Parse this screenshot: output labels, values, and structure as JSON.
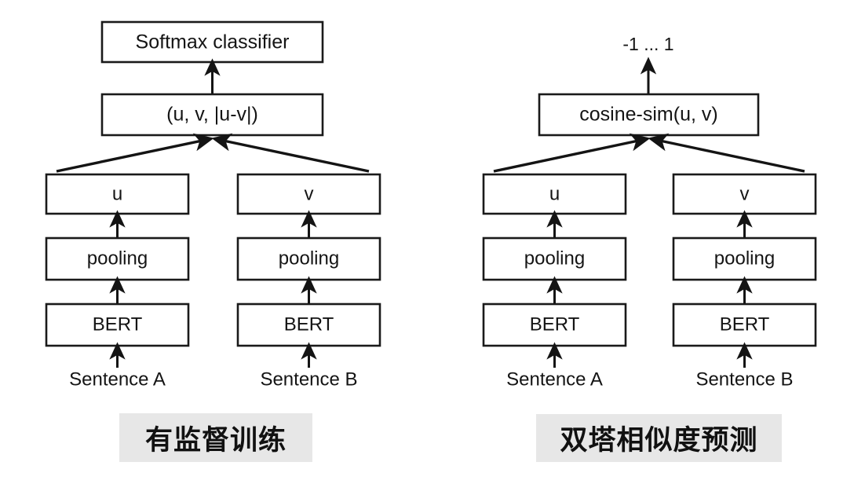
{
  "figure": {
    "background": "#ffffff",
    "stroke_color": "#141414",
    "box_fill": "#ffffff",
    "caption_background": "#e7e7e7"
  },
  "panels": [
    {
      "id": "supervised-training",
      "caption": "有监督训练",
      "top_output_label": null,
      "boxes": {
        "head": "Softmax classifier",
        "combine": "(u, v, |u-v|)",
        "left_vector": "u",
        "right_vector": "v",
        "left_pooling": "pooling",
        "right_pooling": "pooling",
        "left_encoder": "BERT",
        "right_encoder": "BERT"
      },
      "inputs": {
        "left": "Sentence A",
        "right": "Sentence B"
      }
    },
    {
      "id": "dual-tower-similarity",
      "caption": "双塔相似度预测",
      "top_output_label": "-1 ... 1",
      "boxes": {
        "head": null,
        "combine": "cosine-sim(u, v)",
        "left_vector": "u",
        "right_vector": "v",
        "left_pooling": "pooling",
        "right_pooling": "pooling",
        "left_encoder": "BERT",
        "right_encoder": "BERT"
      },
      "inputs": {
        "left": "Sentence A",
        "right": "Sentence B"
      }
    }
  ]
}
